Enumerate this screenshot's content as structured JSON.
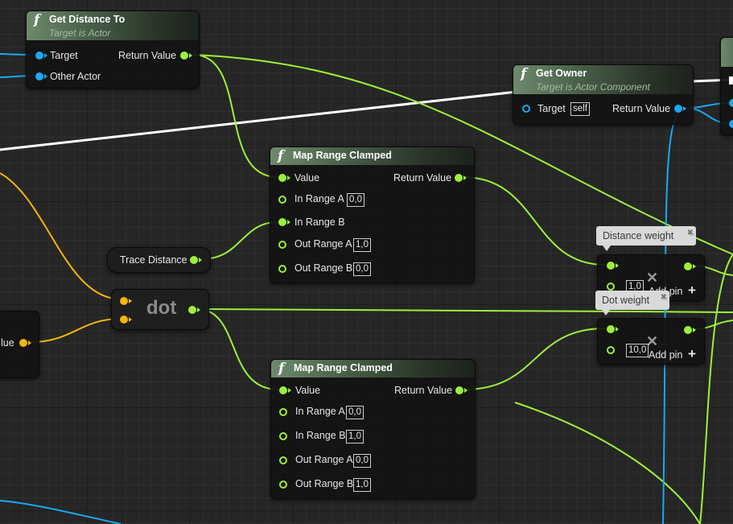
{
  "nodes": {
    "get_distance_to": {
      "icon": "function-icon",
      "title": "Get Distance To",
      "subtitle": "Target is Actor",
      "pins": {
        "target": "Target",
        "other_actor": "Other Actor",
        "return_value": "Return Value"
      }
    },
    "get_owner": {
      "icon": "function-icon",
      "title": "Get Owner",
      "subtitle": "Target is Actor Component",
      "pins": {
        "target": "Target",
        "target_default": "self",
        "return_value": "Return Value"
      }
    },
    "map_range_1": {
      "icon": "function-icon",
      "title": "Map Range Clamped",
      "pins": {
        "value": "Value",
        "return_value": "Return Value",
        "in_range_a": "In Range A",
        "in_range_a_val": "0,0",
        "in_range_b": "In Range B",
        "out_range_a": "Out Range A",
        "out_range_a_val": "1,0",
        "out_range_b": "Out Range B",
        "out_range_b_val": "0,0"
      }
    },
    "map_range_2": {
      "icon": "function-icon",
      "title": "Map Range Clamped",
      "pins": {
        "value": "Value",
        "return_value": "Return Value",
        "in_range_a": "In Range A",
        "in_range_a_val": "0,0",
        "in_range_b": "In Range B",
        "in_range_b_val": "1,0",
        "out_range_a": "Out Range A",
        "out_range_a_val": "0,0",
        "out_range_b": "Out Range B",
        "out_range_b_val": "1,0"
      }
    },
    "trace_distance": {
      "label": "Trace Distance"
    },
    "dot": {
      "label": "dot"
    },
    "left_partial": {
      "label": "lue"
    },
    "multiply_1": {
      "comment": "Distance weight",
      "value": "1,0",
      "add_pin": "Add pin",
      "add_icon": "+"
    },
    "multiply_2": {
      "comment": "Dot weight",
      "value": "10,0",
      "add_pin": "Add pin",
      "add_icon": "+"
    }
  },
  "colors": {
    "float_pin": "#9cf03a",
    "object_pin": "#1aa9f0",
    "vector_pin": "#f2b60c",
    "exec_wire": "#ffffff",
    "grid_background": "#262626"
  }
}
